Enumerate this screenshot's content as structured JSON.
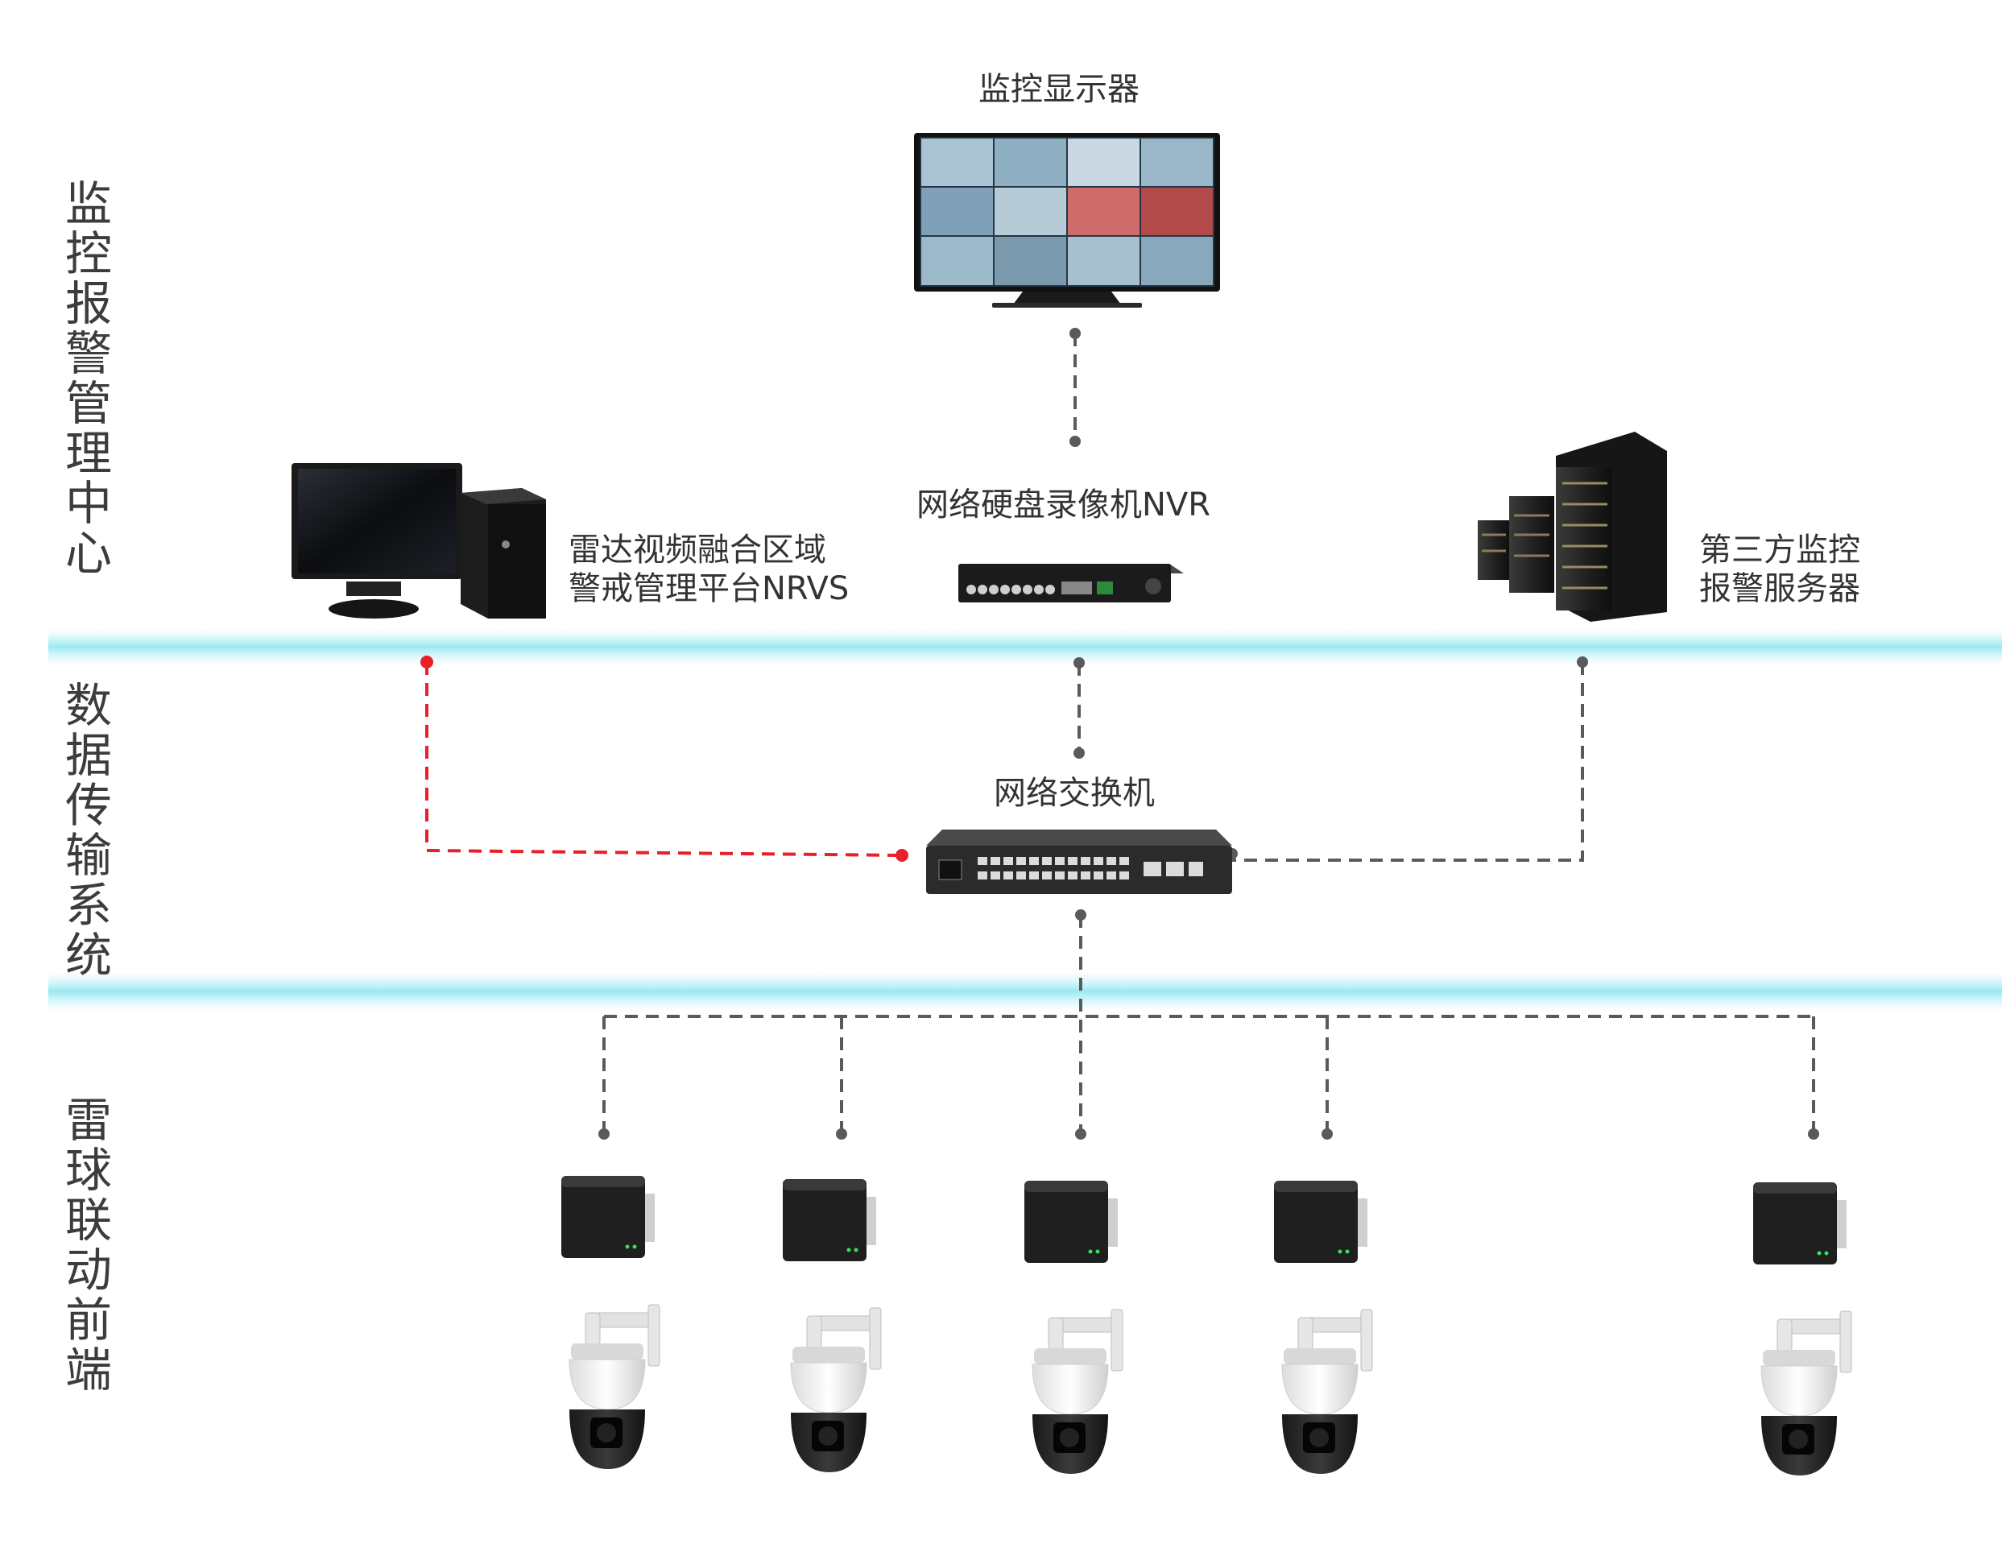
{
  "layers": {
    "monitoring_center": "监控报警管理中心",
    "data_transmission": "数据传输系统",
    "front_end": "雷球联动前端"
  },
  "devices": {
    "monitor_display": "监控显示器",
    "nvr": "网络硬盘录像机NVR",
    "nrvs_line1": "雷达视频融合区域",
    "nrvs_line2": "警戒管理平台NRVS",
    "third_party_line1": "第三方监控",
    "third_party_line2": "报警服务器",
    "network_switch": "网络交换机"
  },
  "front_end_units": [
    {
      "radar": "radar-icon",
      "camera": "ptz-dome-camera-icon"
    },
    {
      "radar": "radar-icon",
      "camera": "ptz-dome-camera-icon"
    },
    {
      "radar": "radar-icon",
      "camera": "ptz-dome-camera-icon"
    },
    {
      "radar": "radar-icon",
      "camera": "ptz-dome-camera-icon"
    },
    {
      "radar": "radar-icon",
      "camera": "ptz-dome-camera-icon"
    }
  ],
  "colors": {
    "connector_gray": "#5a5a5a",
    "highlight_red": "#e8202a",
    "layer_band_cyan": "#9eeaf2"
  }
}
